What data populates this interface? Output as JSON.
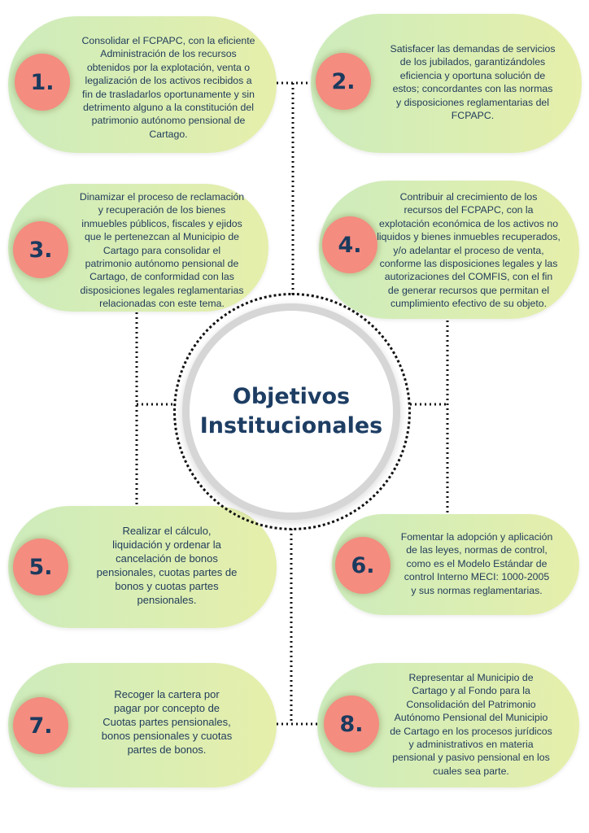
{
  "title": "Objetivos\nInstitucionales",
  "colors": {
    "card_start": "#cdecbc",
    "card_end": "#e6efab",
    "number_bg": "#f48c80",
    "text": "#1f3a5a"
  },
  "objectives": [
    {
      "number": "1.",
      "text": "Consolidar el FCPAPC, con la eficiente\nAdministración de los recursos\nobtenidos por la explotación, venta o\nlegalización de los activos recibidos a\nfin de trasladarlos oportunamente y sin\ndetrimento alguno a la constitución del\npatrimonio autónomo pensional de\nCartago."
    },
    {
      "number": "2.",
      "text": "Satisfacer las demandas de servicios\nde los jubilados, garantizándoles\neficiencia y oportuna solución de\nestos; concordantes con las normas\ny disposiciones reglamentarias del\nFCPAPC."
    },
    {
      "number": "3.",
      "text": "Dinamizar el proceso de reclamación\ny recuperación de los bienes\ninmuebles públicos, fiscales y ejidos\nque le pertenezcan al Municipio de\nCartago para consolidar el\npatrimonio autónomo pensional de\nCartago, de conformidad con las\ndisposiciones legales reglamentarias\nrelacionadas con este tema."
    },
    {
      "number": "4.",
      "text": "Contribuir al crecimiento de los\nrecursos del FCPAPC, con la\nexplotación económica de los activos no\nliquidos y bienes inmuebles recuperados,\ny/o adelantar el proceso de venta,\nconforme las disposiciones legales y las\nautorizaciones del COMFIS, con el fin\nde generar recursos que permitan el\ncumplimiento efectivo de su objeto."
    },
    {
      "number": "5.",
      "text": "Realizar el cálculo,\nliquidación y ordenar la\ncancelación de bonos\npensionales, cuotas partes de\nbonos y cuotas partes\npensionales."
    },
    {
      "number": "6.",
      "text": "Fomentar la adopción y aplicación\nde las leyes, normas de control,\ncomo es el Modelo Estándar de\ncontrol Interno MECI: 1000-2005\ny sus normas reglamentarias."
    },
    {
      "number": "7.",
      "text": "Recoger la cartera por\npagar por concepto de\nCuotas partes pensionales,\nbonos pensionales y cuotas\npartes de bonos."
    },
    {
      "number": "8.",
      "text": "Representar al Municipio de\nCartago y al Fondo para la\nConsolidación del Patrimonio\nAutónomo Pensional del Municipio\nde Cartago en los procesos jurídicos\ny administrativos en materia\npensional y pasivo pensional en los\ncuales sea parte."
    }
  ]
}
